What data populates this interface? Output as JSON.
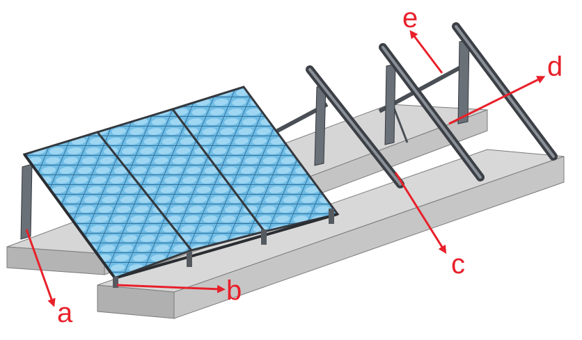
{
  "diagram": {
    "labels": {
      "a": "a",
      "b": "b",
      "c": "c",
      "d": "d",
      "e": "e"
    },
    "colors": {
      "callout": "#e8202a",
      "panel": "#7ec8ea",
      "panel_dark": "#3d8fc0",
      "frame": "#4a4f55",
      "concrete": "#c9c9c9",
      "concrete_dark": "#a6a6a6"
    },
    "panel_count": 3,
    "rear_leg_count": 4
  }
}
